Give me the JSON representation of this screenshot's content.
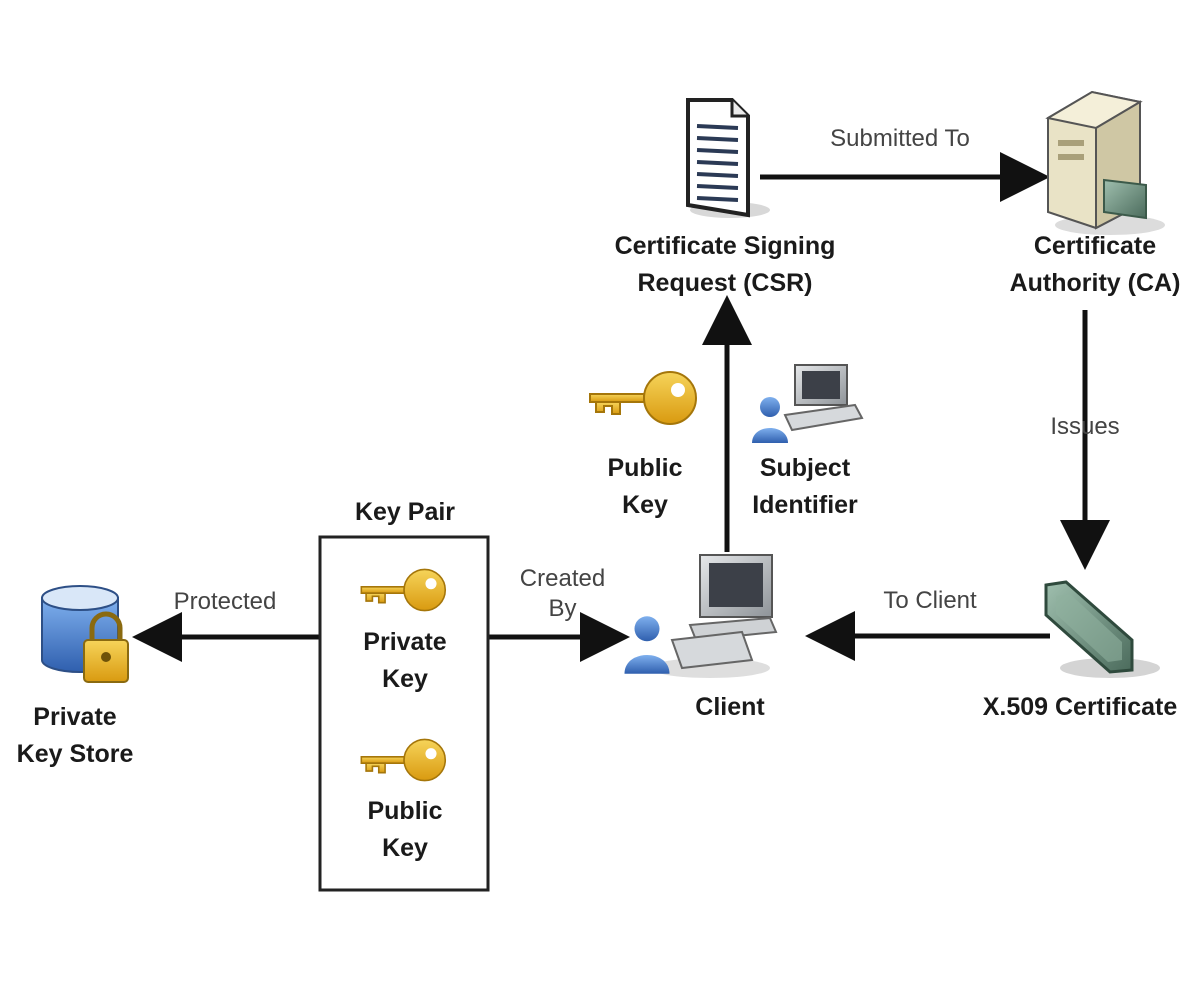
{
  "nodes": {
    "csr": {
      "line1": "Certificate Signing",
      "line2": "Request (CSR)"
    },
    "ca": {
      "line1": "Certificate",
      "line2": "Authority (CA)"
    },
    "public_key_top": {
      "line1": "Public",
      "line2": "Key"
    },
    "subject": {
      "line1": "Subject",
      "line2": "Identifier"
    },
    "key_pair": {
      "title": "Key Pair"
    },
    "private_key": {
      "line1": "Private",
      "line2": "Key"
    },
    "public_key_pair": {
      "line1": "Public",
      "line2": "Key"
    },
    "client": {
      "label": "Client"
    },
    "x509": {
      "label": "X.509 Certificate"
    },
    "key_store": {
      "line1": "Private",
      "line2": "Key Store"
    }
  },
  "edges": {
    "submitted_to": "Submitted To",
    "issues": "Issues",
    "to_client": "To Client",
    "created_by": {
      "line1": "Created",
      "line2": "By"
    },
    "protected": "Protected"
  },
  "colors": {
    "key_gold": "#e8b51e",
    "person_blue": "#4a7fcb",
    "computer_grey": "#b8bcc2",
    "certificate_green": "#6e8f7e",
    "server_beige": "#e9e3c6",
    "arrow": "#111111"
  },
  "icons": [
    "document-icon",
    "server-icon",
    "key-icon",
    "user-computer-icon",
    "certificate-icon",
    "database-lock-icon"
  ]
}
